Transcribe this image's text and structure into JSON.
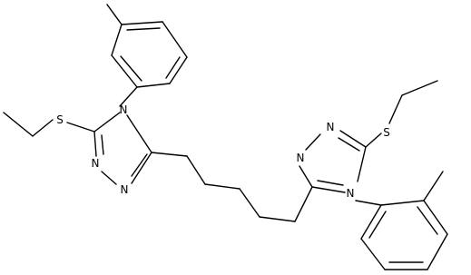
{
  "molecule": {
    "atoms": {
      "N_upper_left": "N",
      "N_left_mid": "N",
      "N_left_low": "N",
      "S_left": "S",
      "N_right_top": "N",
      "N_right_mid": "N",
      "N_right_low": "N",
      "S_right": "S"
    }
  },
  "colors": {
    "bond": "#000000",
    "atom_label": "#000000",
    "background": "#ffffff"
  }
}
